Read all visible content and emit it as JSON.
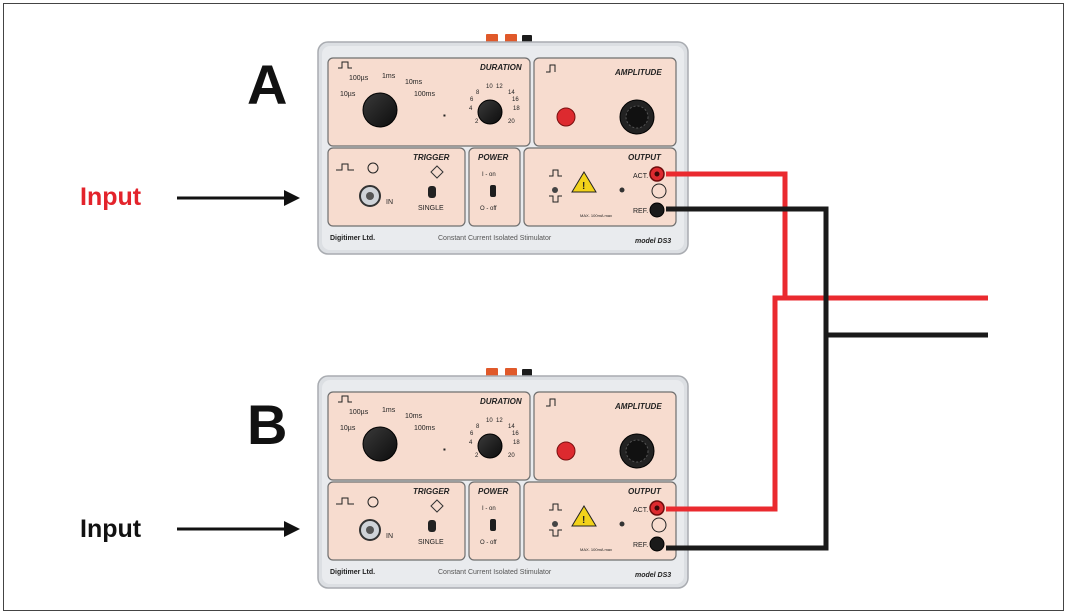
{
  "colors": {
    "wire_red": "#ea2a2f",
    "wire_black": "#1a1a1a",
    "panel": "#f7dccf",
    "case": "#dcdfe3",
    "input_red": "#e3232b"
  },
  "units": [
    {
      "id": "A",
      "letter": "A",
      "input_label": "Input",
      "input_color": "red",
      "panel": {
        "timebase_labels": [
          "100µs",
          "1ms",
          "10ms",
          "10µs",
          "100ms"
        ],
        "duration_title": "DURATION",
        "duration_ticks": [
          "8",
          "10",
          "12",
          "14",
          "6",
          "16",
          "4",
          "18",
          "2",
          "20"
        ],
        "amplitude_title": "AMPLITUDE",
        "trigger_title": "TRIGGER",
        "trigger_in": "IN",
        "trigger_single": "SINGLE",
        "power_title": "POWER",
        "power_on": "I - on",
        "power_off": "O - off",
        "output_title": "OUTPUT",
        "output_act": "ACT.",
        "output_ref": "REF.",
        "output_small": "MAX. 100mA max",
        "brand": "Digitimer Ltd.",
        "description": "Constant Current Isolated Stimulator",
        "model": "model DS3"
      }
    },
    {
      "id": "B",
      "letter": "B",
      "input_label": "Input",
      "input_color": "black",
      "panel": {
        "timebase_labels": [
          "100µs",
          "1ms",
          "10ms",
          "10µs",
          "100ms"
        ],
        "duration_title": "DURATION",
        "duration_ticks": [
          "8",
          "10",
          "12",
          "14",
          "6",
          "16",
          "4",
          "18",
          "2",
          "20"
        ],
        "amplitude_title": "AMPLITUDE",
        "trigger_title": "TRIGGER",
        "trigger_in": "IN",
        "trigger_single": "SINGLE",
        "power_title": "POWER",
        "power_on": "I - on",
        "power_off": "O - off",
        "output_title": "OUTPUT",
        "output_act": "ACT.",
        "output_ref": "REF.",
        "output_small": "MAX. 100mA max",
        "brand": "Digitimer Ltd.",
        "description": "Constant Current Isolated Stimulator",
        "model": "model DS3"
      }
    }
  ]
}
